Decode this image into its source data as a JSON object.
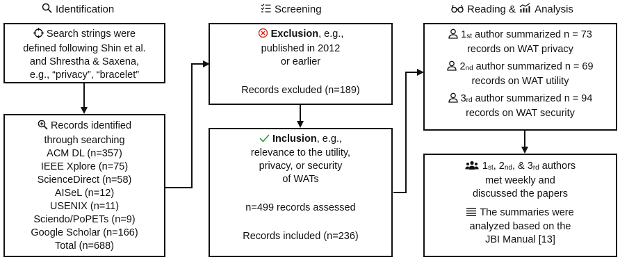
{
  "columns": {
    "identification": {
      "title": "Identification",
      "box1": {
        "lines": [
          "Search strings were",
          "defined following Shin et al.",
          "and Shrestha & Saxena,",
          "e.g., “privacy”, “bracelet”"
        ]
      },
      "box2": {
        "lines": [
          "Records identified",
          "through searching",
          "ACM DL (n=357)",
          "IEEE Xplore (n=75)",
          "ScienceDirect (n=58)",
          "AISeL (n=12)",
          "USENIX (n=11)",
          "Sciendo/PoPETs  (n=9)",
          "Google Scholar (n=166)",
          "Total (n=688)"
        ]
      }
    },
    "screening": {
      "title": "Screening",
      "exclusion": {
        "bold": "Exclusion",
        "rest": ", e.g.,",
        "lines": [
          "published in 2012",
          "or earlier"
        ],
        "footer": "Records excluded (n=189)"
      },
      "inclusion": {
        "bold": "Inclusion",
        "rest": ", e.g.,",
        "lines": [
          "relevance to the utility,",
          "privacy, or security",
          "of WATs"
        ],
        "assessed": "n=499 records assessed",
        "footer": "Records included (n=236)"
      }
    },
    "analysis": {
      "title_a": "Reading &",
      "title_b": "Analysis",
      "authors": [
        {
          "ord_num": "1",
          "ord_suffix": "st",
          "line1": " author summarized n = 73",
          "line2": "records on WAT privacy"
        },
        {
          "ord_num": "2",
          "ord_suffix": "nd",
          "line1": " author summarized n = 69",
          "line2": "records on WAT utility"
        },
        {
          "ord_num": "3",
          "ord_suffix": "rd",
          "line1": " author summarized n = 94",
          "line2": "records on WAT security"
        }
      ],
      "meeting": {
        "n1": "1",
        "s1": "st",
        "sep1": ", ",
        "n2": "2",
        "s2": "nd",
        "sep2": ", & ",
        "n3": "3",
        "s3": "rd",
        "tail": " authors",
        "lines": [
          "met weekly and",
          "discussed the papers"
        ]
      },
      "summary": {
        "lines": [
          "The summaries were",
          "analyzed based on the",
          "JBI Manual [13]"
        ]
      }
    }
  },
  "icons": {
    "identification": "magnifier-icon",
    "screening": "checklist-icon",
    "reading": "glasses-icon",
    "analysis": "analytics-chart-icon",
    "search_strings": "crosshair-icon",
    "records": "zoom-in-icon",
    "exclusion": "x-circle-icon",
    "inclusion": "checkmark-icon",
    "author": "person-icon",
    "team": "group-icon",
    "summary": "lines-icon"
  },
  "colors": {
    "exclusion": "#d9261c",
    "inclusion": "#2e9b3c"
  }
}
